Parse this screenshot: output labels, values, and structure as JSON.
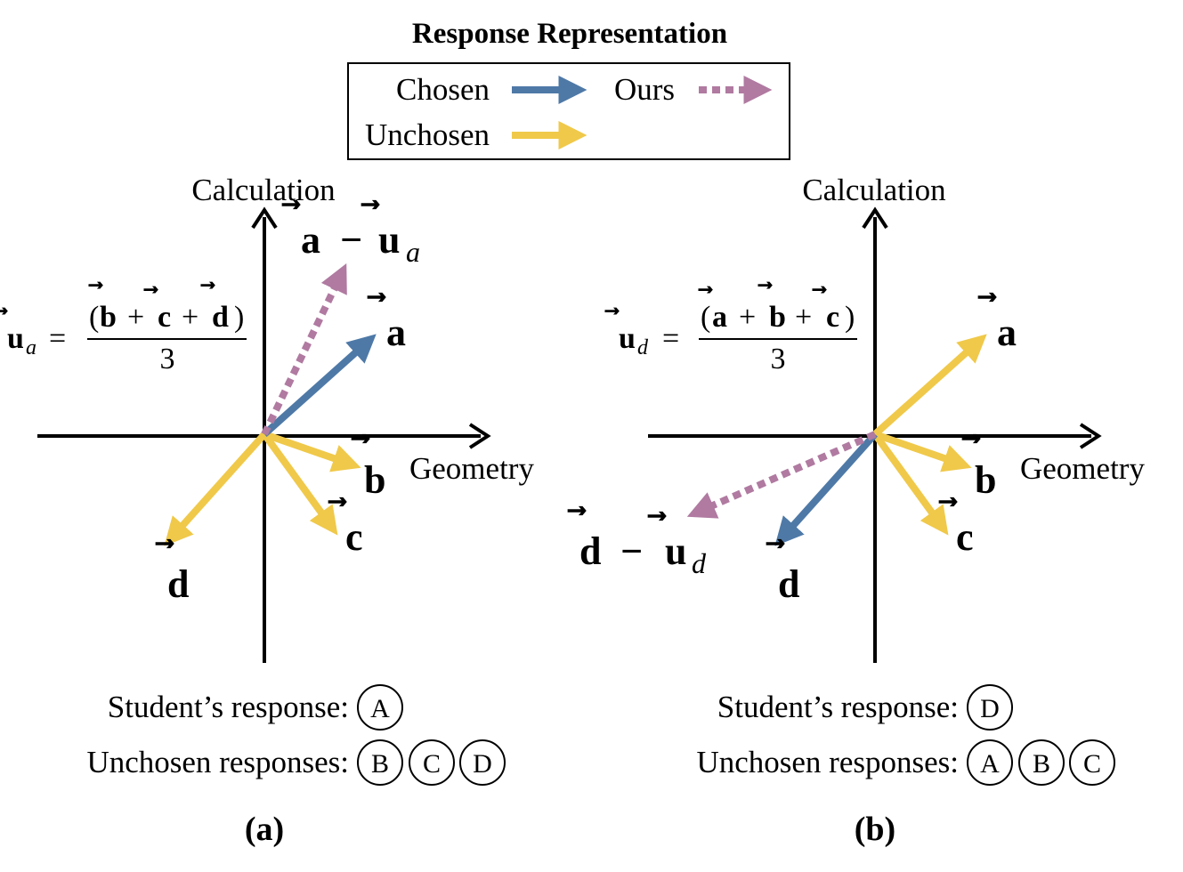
{
  "title": "Response Representation",
  "legend": {
    "chosen": "Chosen",
    "unchosen": "Unchosen",
    "ours": "Ours"
  },
  "colors": {
    "chosen": "#4e79a7",
    "unchosen": "#f0c94a",
    "ours": "#b07aa1",
    "axis": "#000000"
  },
  "axes": {
    "y_label": "Calculation",
    "x_label": "Geometry"
  },
  "vector_letters": {
    "a": "a",
    "b": "b",
    "c": "c",
    "d": "d",
    "u": "u",
    "minus": "−",
    "plus": "+",
    "equals": "=",
    "three": "3",
    "lparen": "(",
    "rparen": ")"
  },
  "panel_a": {
    "caption": "(a)",
    "u_subscript": "a",
    "formula_numerator": [
      "b",
      "c",
      "d"
    ],
    "ours_label_sub": "a",
    "student_response_label": "Student’s response:",
    "student_choices": [
      "A"
    ],
    "unchosen_label": "Unchosen responses:",
    "unchosen_choices": [
      "B",
      "C",
      "D"
    ]
  },
  "panel_b": {
    "caption": "(b)",
    "u_subscript": "d",
    "formula_numerator": [
      "a",
      "b",
      "c"
    ],
    "ours_label_sub": "d",
    "student_response_label": "Student’s response:",
    "student_choices": [
      "D"
    ],
    "unchosen_label": "Unchosen responses:",
    "unchosen_choices": [
      "A",
      "B",
      "C"
    ]
  }
}
